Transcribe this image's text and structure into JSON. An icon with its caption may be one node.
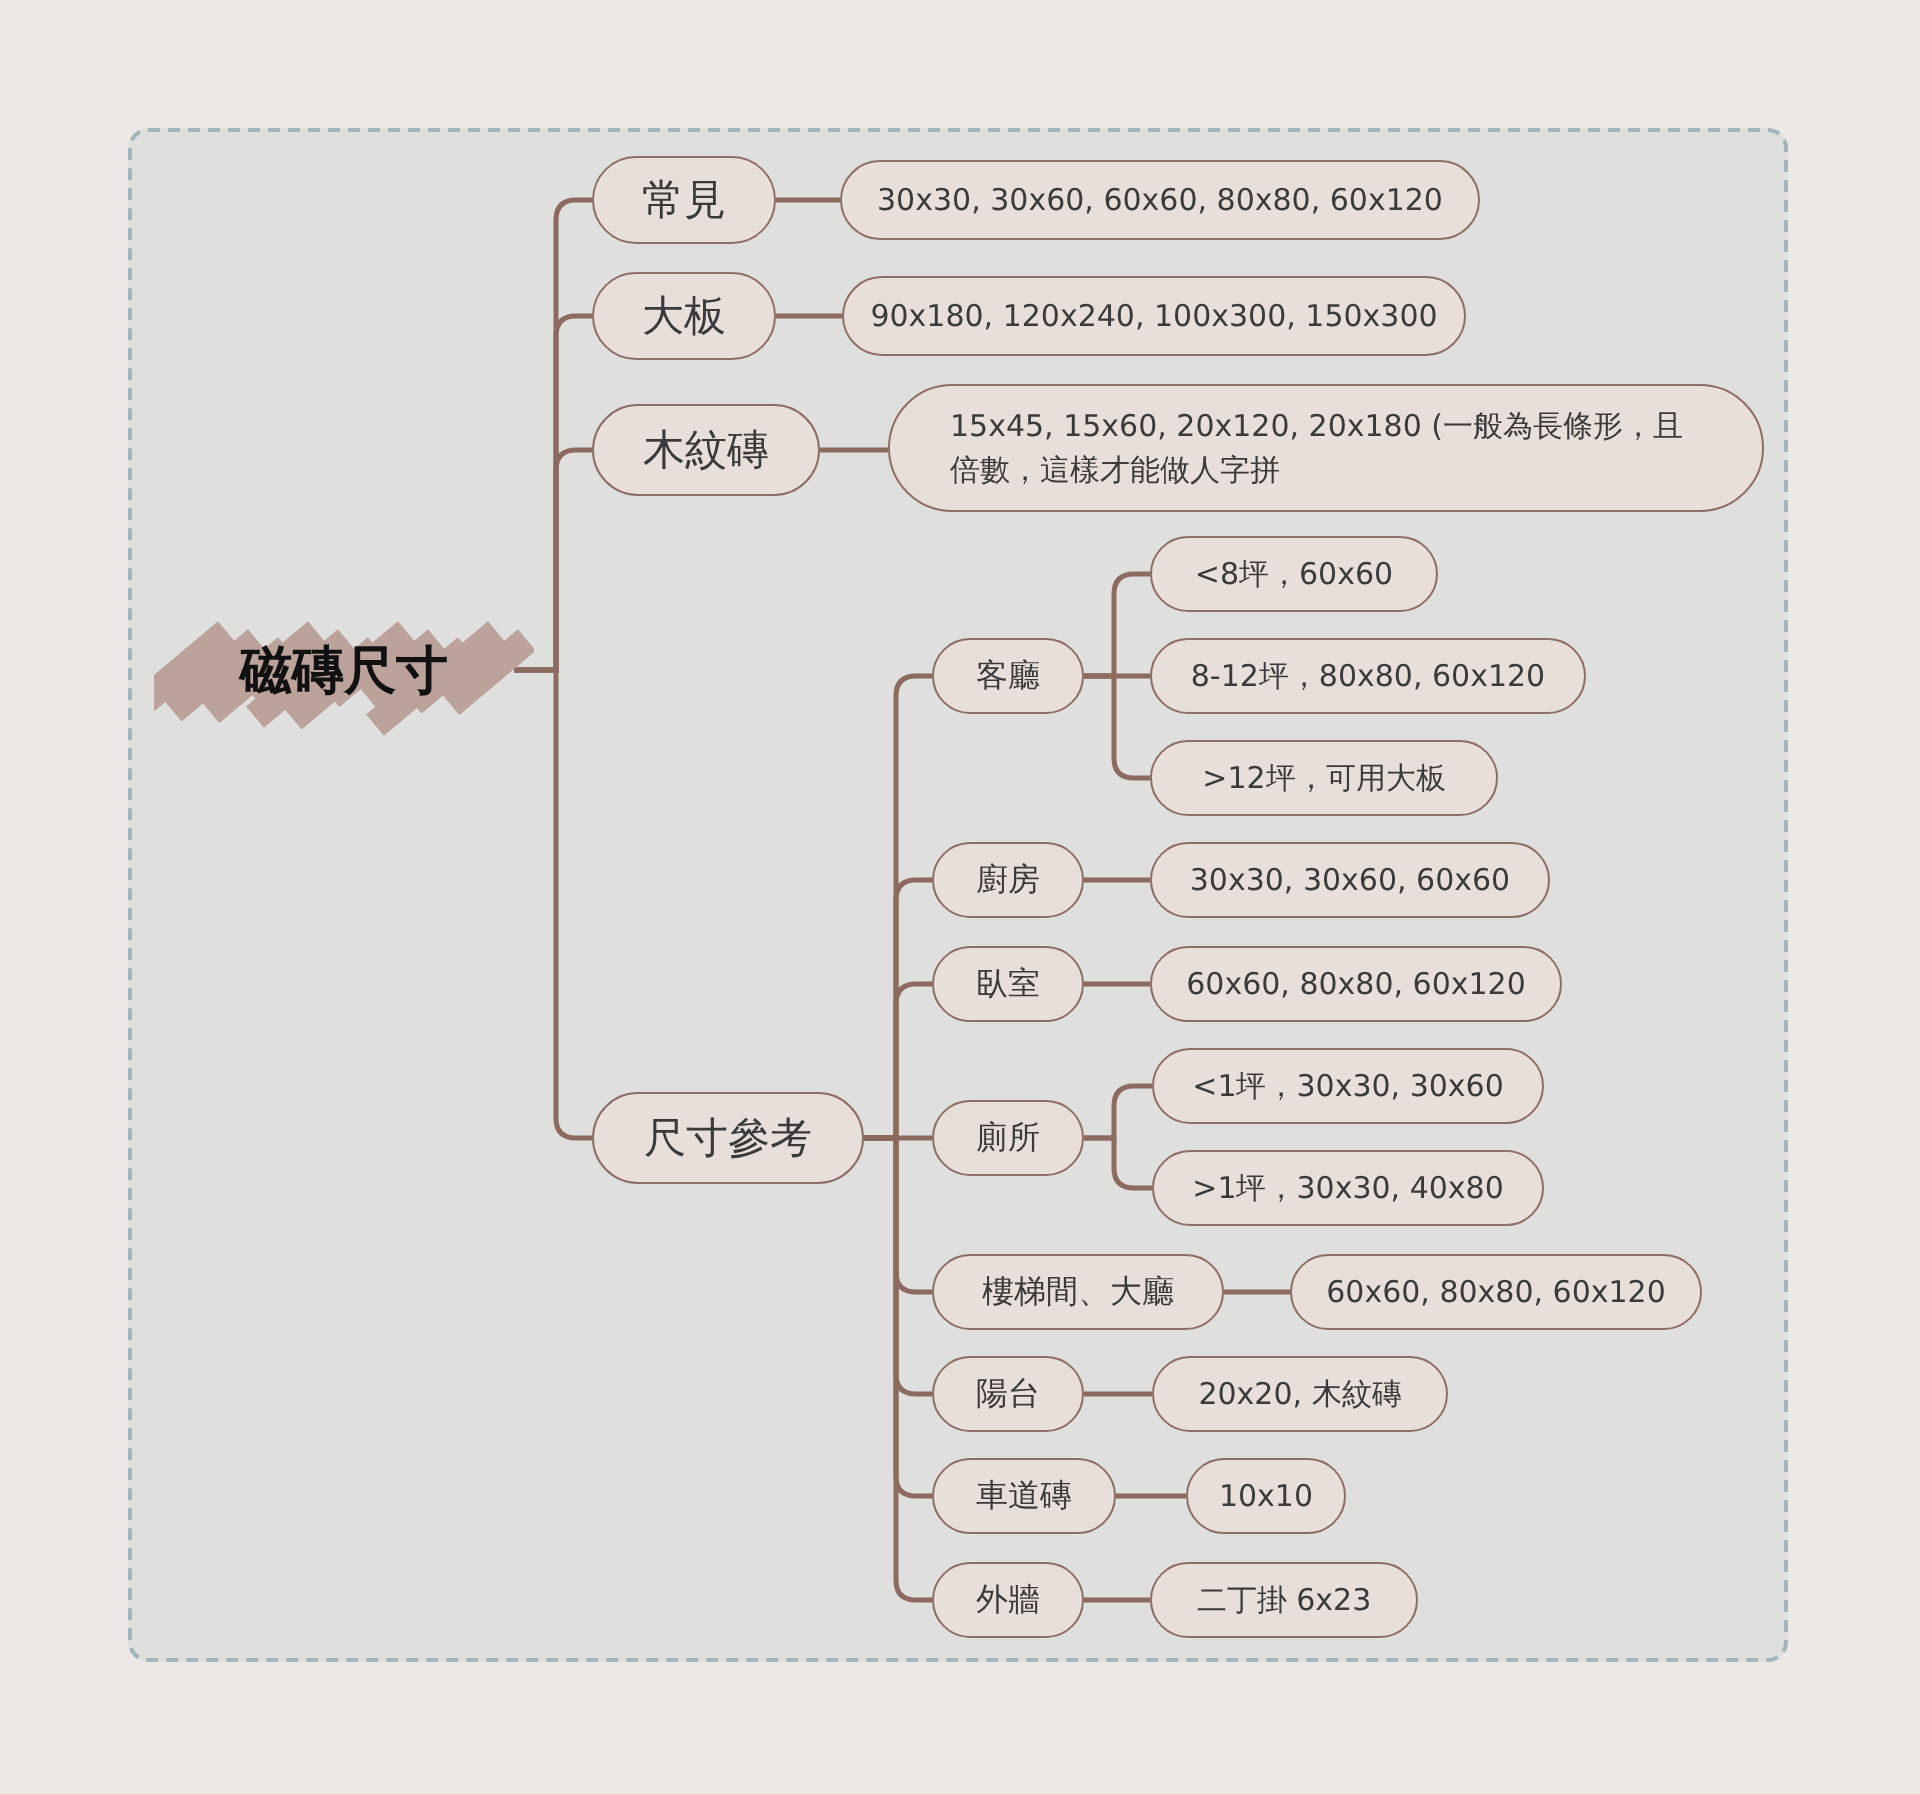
{
  "diagram": {
    "nodes": [
      {
        "text": [
          "磁磚尺寸"
        ]
      },
      {
        "text": [
          "常見"
        ]
      },
      {
        "text": [
          "30x30, 30x60, 60x60, 80x80, 60x120"
        ]
      },
      {
        "text": [
          "大板"
        ]
      },
      {
        "text": [
          "90x180, 120x240, 100x300, 150x300"
        ]
      },
      {
        "text": [
          "木紋磚"
        ]
      },
      {
        "text": [
          "15x45, 15x60, 20x120, 20x180 (一般為長條形，且倍數，這樣才能做人字拼"
        ]
      },
      {
        "text": [
          "尺寸參考"
        ]
      },
      {
        "text": [
          "客廳"
        ]
      },
      {
        "text": [
          "<8坪，60x60"
        ]
      },
      {
        "text": [
          "8-12坪，80x80, 60x120"
        ]
      },
      {
        "text": [
          ">12坪，可用大板"
        ]
      },
      {
        "text": [
          "廚房"
        ]
      },
      {
        "text": [
          "30x30, 30x60, 60x60"
        ]
      },
      {
        "text": [
          "臥室"
        ]
      },
      {
        "text": [
          "60x60, 80x80, 60x120"
        ]
      },
      {
        "text": [
          "廁所"
        ]
      },
      {
        "text": [
          "<1坪，30x30, 30x60"
        ]
      },
      {
        "text": [
          ">1坪，30x30, 40x80"
        ]
      },
      {
        "text": [
          "樓梯間、大廳"
        ]
      },
      {
        "text": [
          "60x60, 80x80, 60x120"
        ]
      },
      {
        "text": [
          "陽台"
        ]
      },
      {
        "text": [
          "20x20, 木紋磚"
        ]
      },
      {
        "text": [
          "車道磚"
        ]
      },
      {
        "text": [
          "10x10"
        ]
      },
      {
        "text": [
          "外牆"
        ]
      },
      {
        "text": [
          "二丁掛 6x23"
        ]
      }
    ],
    "edges": [
      {
        "from": 0,
        "to": 1,
        "arrow": "none"
      },
      {
        "from": 0,
        "to": 3,
        "arrow": "none"
      },
      {
        "from": 0,
        "to": 5,
        "arrow": "none"
      },
      {
        "from": 0,
        "to": 7,
        "arrow": "none"
      },
      {
        "from": 1,
        "to": 2,
        "arrow": "none"
      },
      {
        "from": 3,
        "to": 4,
        "arrow": "none"
      },
      {
        "from": 5,
        "to": 6,
        "arrow": "none"
      },
      {
        "from": 7,
        "to": 8,
        "arrow": "none"
      },
      {
        "from": 7,
        "to": 12,
        "arrow": "none"
      },
      {
        "from": 7,
        "to": 14,
        "arrow": "none"
      },
      {
        "from": 7,
        "to": 16,
        "arrow": "none"
      },
      {
        "from": 7,
        "to": 19,
        "arrow": "none"
      },
      {
        "from": 7,
        "to": 21,
        "arrow": "none"
      },
      {
        "from": 7,
        "to": 23,
        "arrow": "none"
      },
      {
        "from": 7,
        "to": 25,
        "arrow": "none"
      },
      {
        "from": 8,
        "to": 9,
        "arrow": "none"
      },
      {
        "from": 8,
        "to": 10,
        "arrow": "none"
      },
      {
        "from": 8,
        "to": 11,
        "arrow": "none"
      },
      {
        "from": 12,
        "to": 13,
        "arrow": "none"
      },
      {
        "from": 14,
        "to": 15,
        "arrow": "none"
      },
      {
        "from": 16,
        "to": 17,
        "arrow": "none"
      },
      {
        "from": 16,
        "to": 18,
        "arrow": "none"
      },
      {
        "from": 19,
        "to": 20,
        "arrow": "none"
      },
      {
        "from": 21,
        "to": 22,
        "arrow": "none"
      },
      {
        "from": 23,
        "to": 24,
        "arrow": "none"
      },
      {
        "from": 25,
        "to": 26,
        "arrow": "none"
      }
    ]
  }
}
